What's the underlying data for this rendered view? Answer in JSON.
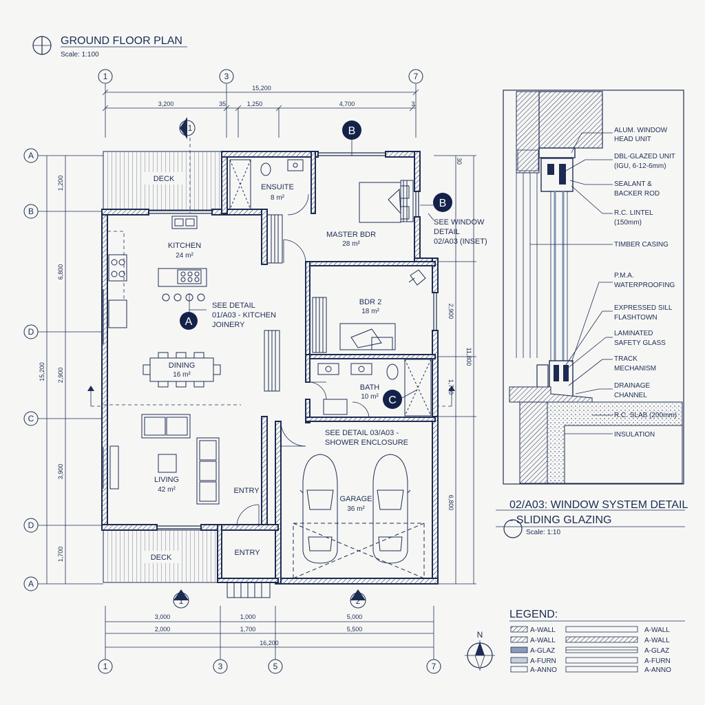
{
  "plan": {
    "title": "GROUND FLOOR PLAN",
    "scale": "Scale: 1:100"
  },
  "grid": {
    "top_numbers": [
      "1",
      "3",
      "7"
    ],
    "bottom_numbers": [
      "1",
      "3",
      "5",
      "7"
    ],
    "left_letters": [
      "A",
      "B",
      "D",
      "C",
      "D",
      "A"
    ]
  },
  "dimensions": {
    "top_overall": "15,200",
    "top_segments": [
      "3,200",
      "35",
      "1,250",
      "4,700",
      "3"
    ],
    "bottom_row1": [
      "3,000",
      "1,000",
      "5,000"
    ],
    "bottom_row2": [
      "2,000",
      "1,700",
      "5,500"
    ],
    "bottom_overall": "16,200",
    "left_segments": [
      "1,200",
      "6,800",
      "2,900",
      "3,900",
      "1,700"
    ],
    "left_overall": "15,200",
    "right_segments": [
      "30",
      "2,900",
      "1,700",
      "6,800"
    ],
    "right_overall": "11,800"
  },
  "rooms": {
    "deck_top": "DECK",
    "ensuite": {
      "name": "ENSUITE",
      "area": "8 m²"
    },
    "master": {
      "name": "MASTER BDR",
      "area": "28 m²"
    },
    "kitchen": {
      "name": "KITCHEN",
      "area": "24 m²"
    },
    "bdr2": {
      "name": "BDR 2",
      "area": "18 m²"
    },
    "dining": {
      "name": "DINING",
      "area": "16 m²"
    },
    "bath": {
      "name": "BATH",
      "area": "10 m²"
    },
    "living": {
      "name": "LIVING",
      "area": "42 m²"
    },
    "entry_inner": "ENTRY",
    "garage": {
      "name": "GARAGE",
      "area": "36 m²"
    },
    "deck_bottom": "DECK",
    "entry_outer": "ENTRY"
  },
  "callouts": {
    "a_tag": "A",
    "a_note": [
      "SEE DETAIL",
      "01/A03 - KITCHEN",
      "JOINERY"
    ],
    "b_tag_top": "B",
    "b_tag": "B",
    "b_note": [
      "SEE WINDOW",
      "DETAIL",
      "02/A03 (INSET)"
    ],
    "c_tag": "C",
    "c_note": [
      "SEE DETAIL 03/A03 -",
      "SHOWER ENCLOSURE"
    ],
    "section_marks": [
      "1",
      "1",
      "2"
    ]
  },
  "detail": {
    "labels": [
      [
        "ALUM. WINDOW",
        "HEAD UNIT"
      ],
      [
        "DBL-GLAZED UNIT",
        "(IGU, 6-12-6mm)"
      ],
      [
        "SEALANT &",
        "BACKER ROD"
      ],
      [
        "R.C. LINTEL",
        "(150mm)"
      ],
      [
        "TIMBER CASING"
      ],
      [
        "P.M.A.",
        "WATERPROOFING"
      ],
      [
        "EXPRESSED SILL",
        "FLASHTOWN"
      ],
      [
        "LAMINATED",
        "SAFETY GLASS"
      ],
      [
        "TRACK",
        "MECHANISM"
      ],
      [
        "DRAINAGE",
        "CHANNEL"
      ],
      [
        "R.C. SLAB (200mm)"
      ],
      [
        "INSULATION"
      ]
    ],
    "title_line1": "02/A03: WINDOW SYSTEM DETAIL",
    "title_line2": "- SLIDING GLAZING",
    "scale": "Scale: 1:10"
  },
  "legend": {
    "title": "LEGEND:",
    "left": [
      "A-WALL",
      "A-WALL",
      "A-GLAZ",
      "A-FURN",
      "A-ANNO"
    ],
    "right": [
      "A-WALL",
      "A-WALL",
      "A-GLAZ",
      "A-FURN",
      "A-ANNO"
    ],
    "north": "N"
  },
  "colors": {
    "ink": "#1d2b52",
    "paper": "#f6f7f5",
    "tag_fill": "#14224a"
  }
}
